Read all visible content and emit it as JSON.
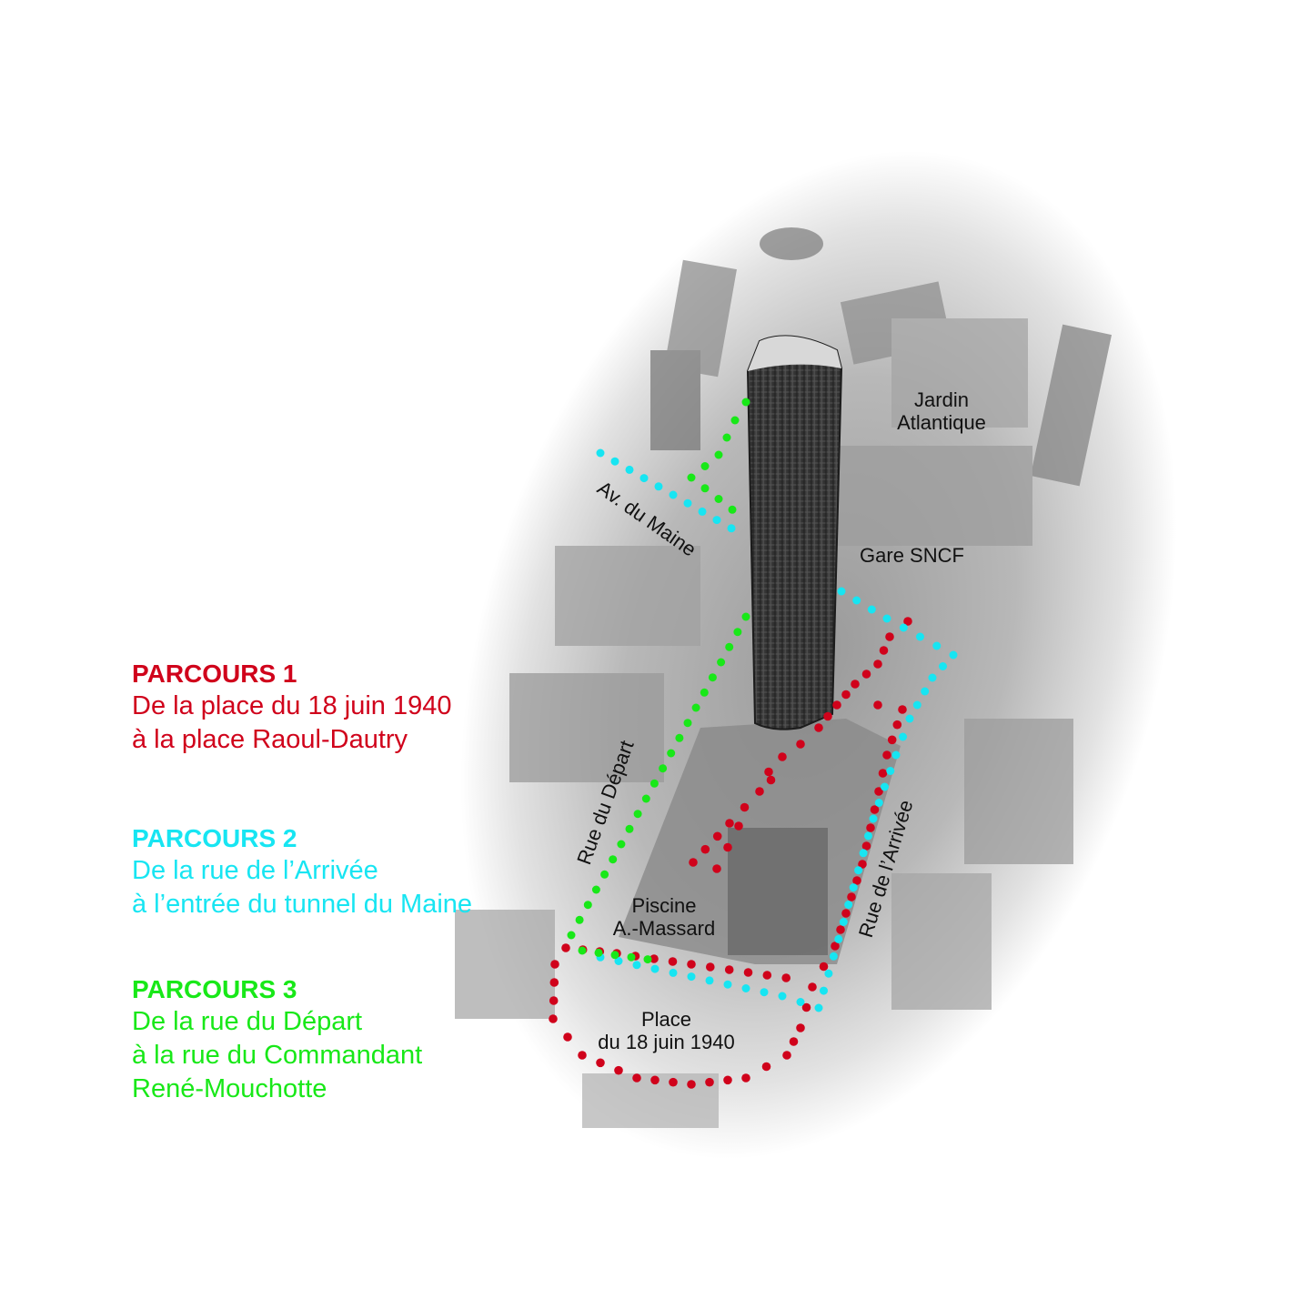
{
  "colors": {
    "route1": "#d0021b",
    "route2": "#17e5f2",
    "route3": "#18e818"
  },
  "legend": [
    {
      "title": "PARCOURS 1",
      "lines": [
        "De la place du 18 juin 1940",
        "à la place Raoul-Dautry"
      ]
    },
    {
      "title": "PARCOURS 2",
      "lines": [
        "De la rue de l’Arrivée",
        "à l’entrée du tunnel du Maine"
      ]
    },
    {
      "title": "PARCOURS 3",
      "lines": [
        "De la rue du Départ",
        "à la rue du Commandant",
        "René-Mouchotte"
      ]
    }
  ],
  "map_labels": {
    "jardin": [
      "Jardin",
      "Atlantique"
    ],
    "avenue": "Av. du Maine",
    "gare": "Gare SNCF",
    "depart": "Rue du Départ",
    "arrivee": "Rue de l’Arrivée",
    "piscine": [
      "Piscine",
      "A.-Massard"
    ],
    "place": [
      "Place",
      "du 18 juin 1940"
    ]
  }
}
